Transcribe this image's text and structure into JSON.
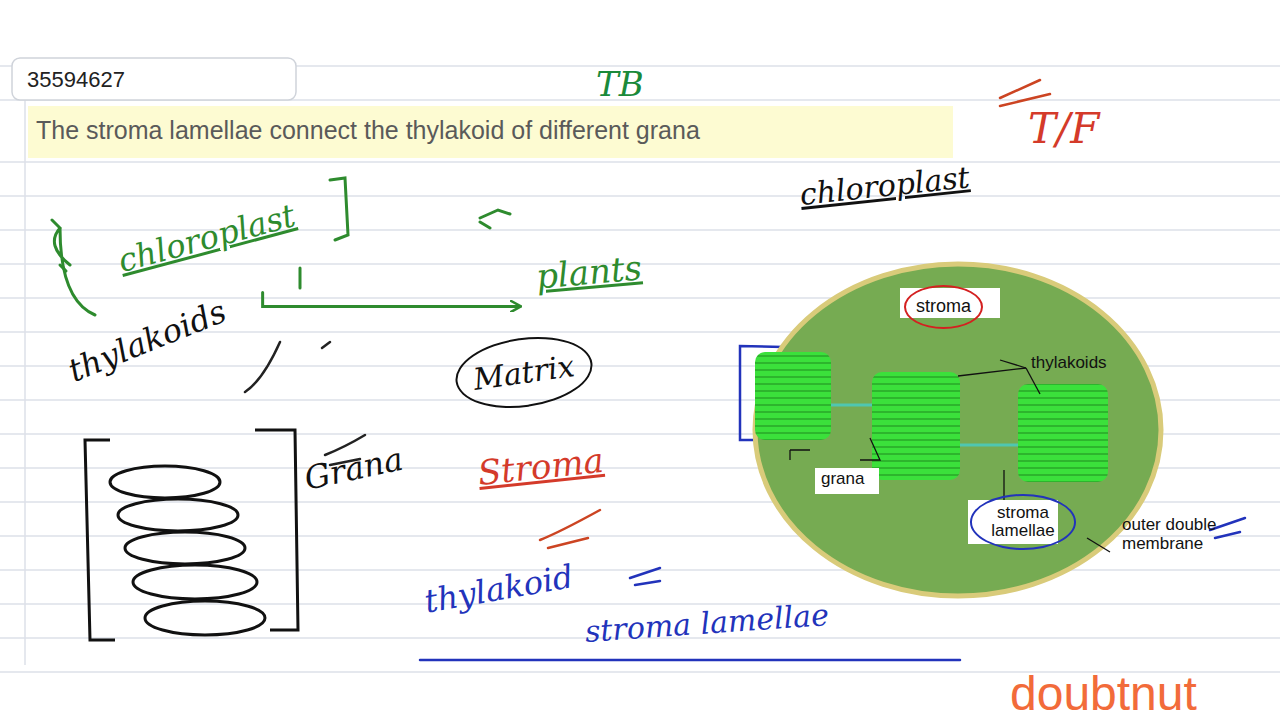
{
  "diagram": {
    "title": "The stroma lamellae connect the thylakoid of different grana",
    "nodes": [
      {
        "text": [
          "chloroplast"
        ]
      },
      {
        "text": [
          "plants"
        ]
      },
      {
        "text": [
          "Matrix"
        ]
      },
      {
        "text": [
          "stroma"
        ]
      },
      {
        "text": [
          "stroma lamellae"
        ]
      }
    ],
    "edges": [
      {
        "from": 0,
        "to": 1,
        "arrow": "to"
      }
    ],
    "labels": [
      "35594627",
      "TB",
      "T/F",
      "chloroplast",
      "thylakoids",
      "Grana",
      "Stroma",
      "thylakoid",
      "stroma lamellae",
      "thylakoids",
      "grana",
      "outer double membrane",
      "doubtnut"
    ]
  }
}
